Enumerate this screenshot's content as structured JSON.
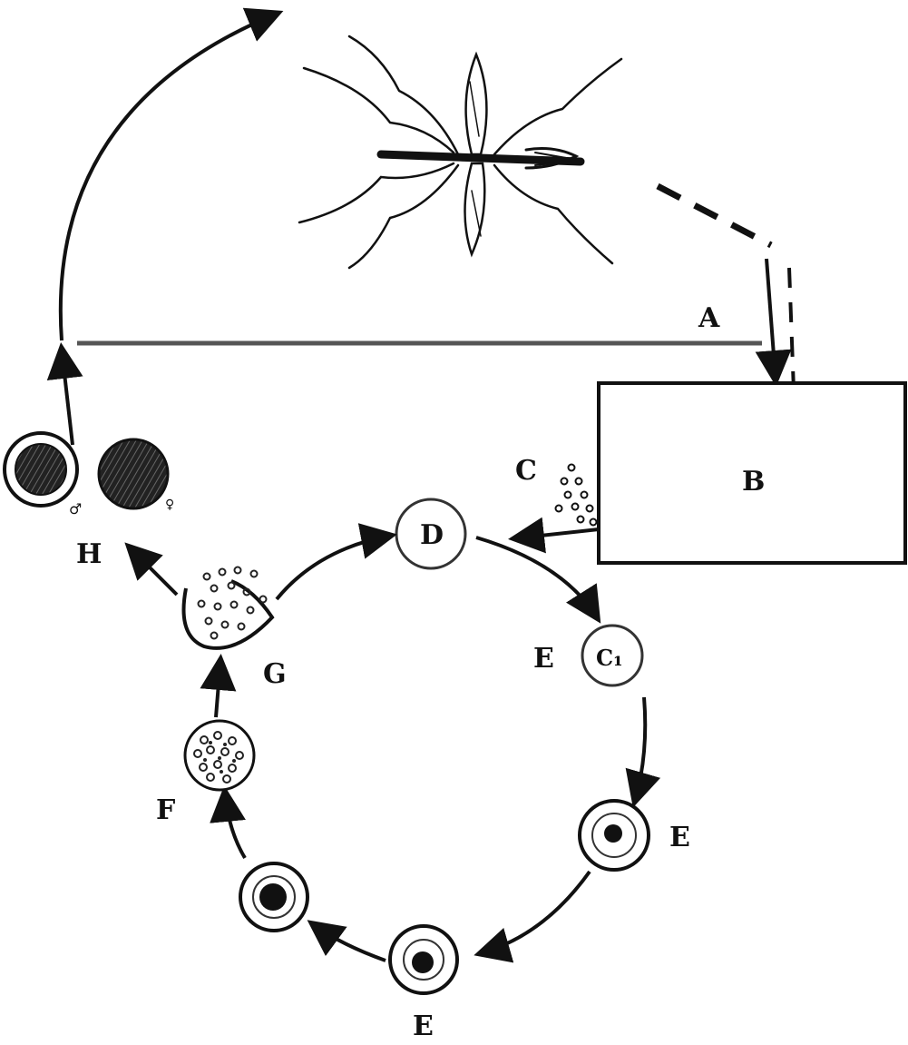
{
  "labels": {
    "A": "A",
    "B": "B",
    "C": "C",
    "D": "D",
    "E1": "E",
    "E1_inner": "C₁",
    "E2": "E",
    "E3": "E",
    "F": "F",
    "G": "G",
    "H": "H",
    "male_symbol": "♂",
    "female_symbol": "♀"
  },
  "colors": {
    "ink": "#111111",
    "stipple": "#555555",
    "background": "#ffffff"
  },
  "icons": {
    "vector": "mosquito-icon",
    "host": "liver-box",
    "gametocytes": "gametocyte-icons"
  }
}
